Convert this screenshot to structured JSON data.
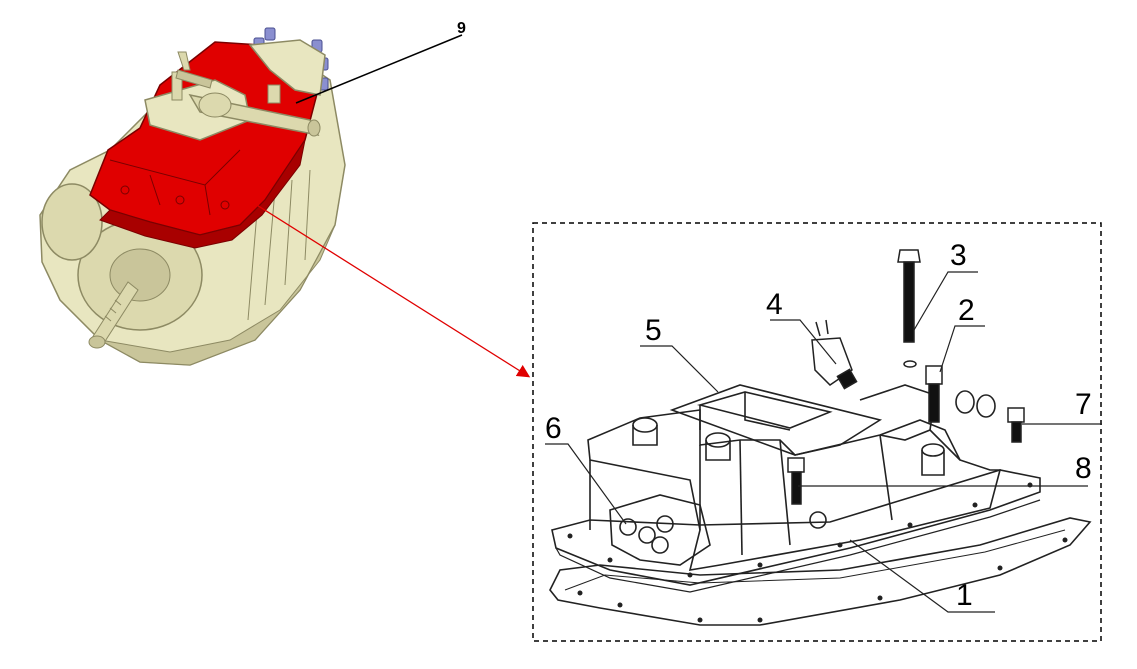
{
  "figure": {
    "overview_callout": "9",
    "detail_callouts": {
      "c1": "1",
      "c2": "2",
      "c3": "3",
      "c4": "4",
      "c5": "5",
      "c6": "6",
      "c7": "7",
      "c8": "8"
    },
    "colors": {
      "housing": "#e8e6c0",
      "housing_shade": "#c9c59a",
      "cover_highlight": "#e00000",
      "cover_shade": "#a80000",
      "bolt": "#8a8fd0",
      "pointer_arrow": "#e00000",
      "leader_line": "#000000",
      "detail_frame": "#000000"
    }
  }
}
